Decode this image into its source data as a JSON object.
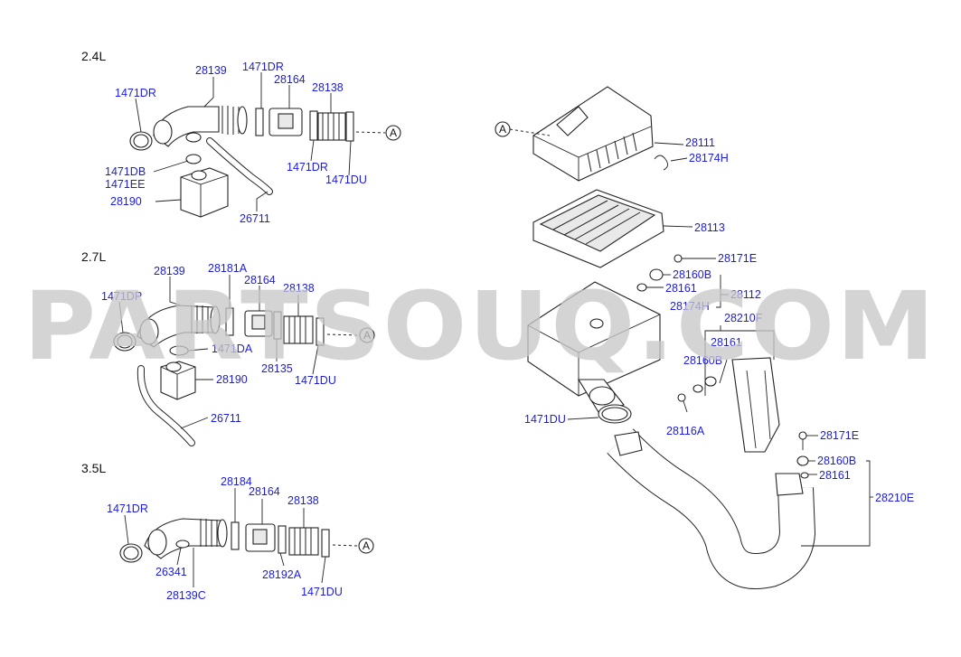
{
  "watermark": "PARTSOUQ.COM",
  "sections": [
    {
      "engine": "2.4L",
      "labels": [
        "1471DR",
        "28139",
        "1471DR",
        "28164",
        "28138",
        "1471DR",
        "1471DU",
        "1471DB",
        "1471EE",
        "28190",
        "26711"
      ],
      "connector": "A"
    },
    {
      "engine": "2.7L",
      "labels": [
        "1471DP",
        "28139",
        "28181A",
        "28164",
        "28138",
        "1471DA",
        "28190",
        "28135",
        "1471DU",
        "26711"
      ],
      "connector": "A"
    },
    {
      "engine": "3.5L",
      "labels": [
        "1471DR",
        "28184",
        "28164",
        "28138",
        "26341",
        "28139C",
        "28192A",
        "1471DU"
      ],
      "connector": "A"
    }
  ],
  "airbox": {
    "connector": "A",
    "labels": [
      "28111",
      "28174H",
      "28113",
      "28171E",
      "28160B",
      "28161",
      "28112",
      "28174H",
      "28210F",
      "28161",
      "28160B",
      "28116A",
      "1471DU",
      "28171E",
      "28160B",
      "28161",
      "28210E"
    ]
  }
}
